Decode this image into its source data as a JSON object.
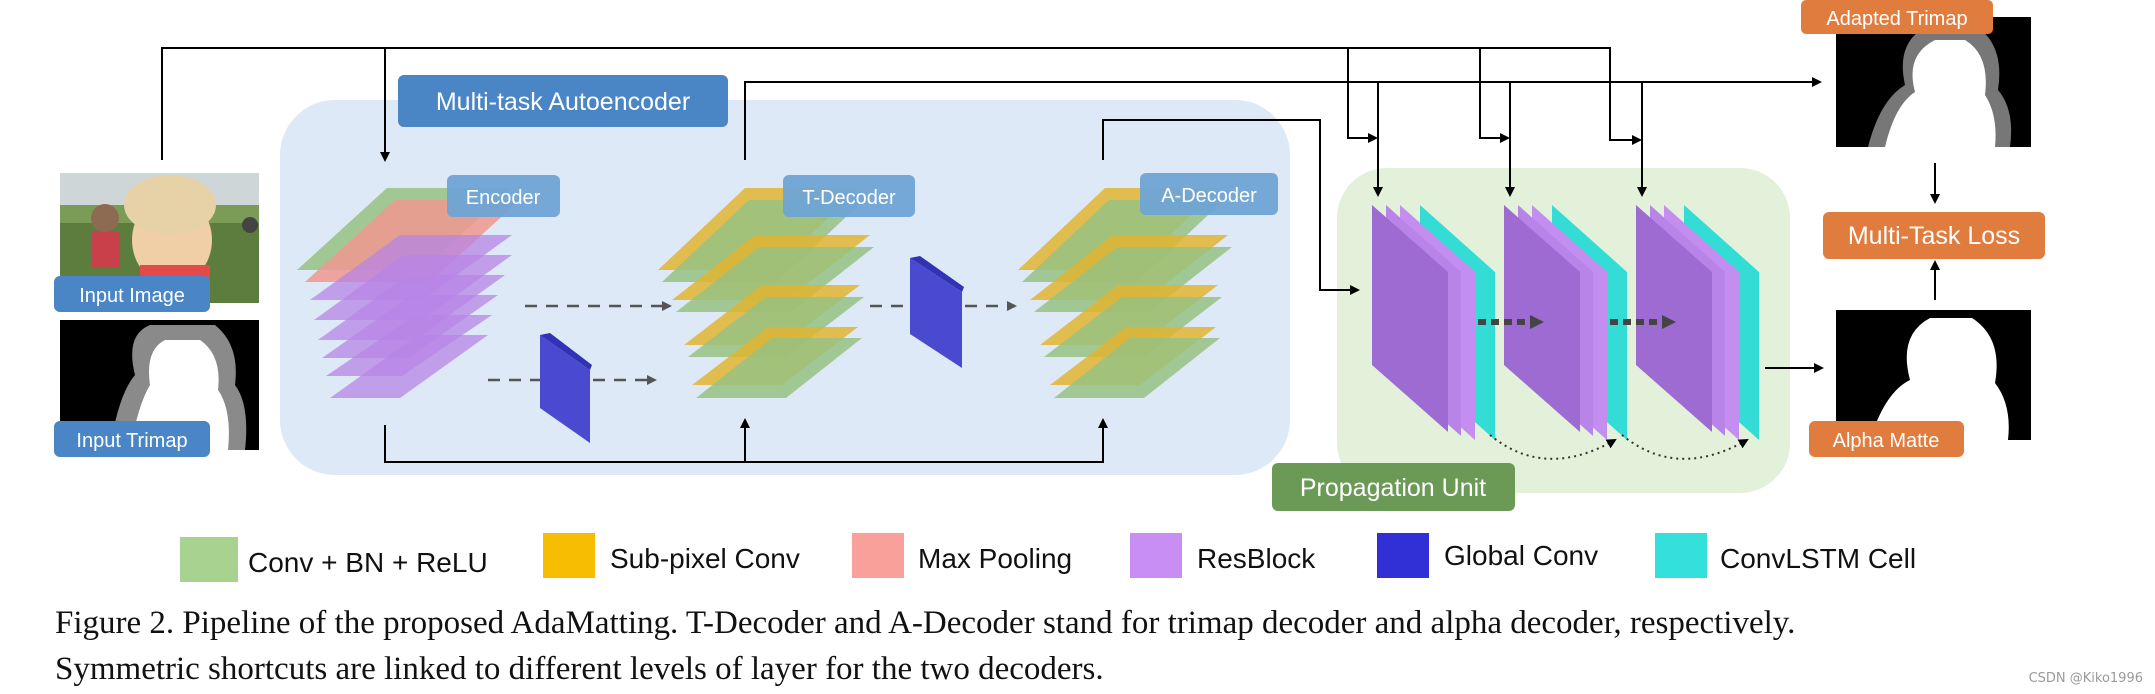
{
  "labels": {
    "autoencoder": "Multi-task Autoencoder",
    "encoder": "Encoder",
    "t_decoder": "T-Decoder",
    "a_decoder": "A-Decoder",
    "propagation_unit": "Propagation Unit",
    "input_image": "Input Image",
    "input_trimap": "Input Trimap",
    "adapted_trimap": "Adapted Trimap",
    "multi_task_loss": "Multi-Task Loss",
    "alpha_matte": "Alpha Matte"
  },
  "legend": [
    {
      "label": "Conv + BN + ReLU",
      "color": "#a7d28f"
    },
    {
      "label": "Sub-pixel Conv",
      "color": "#f7bd00"
    },
    {
      "label": "Max Pooling",
      "color": "#f9a09b"
    },
    {
      "label": "ResBlock",
      "color": "#c98ef4"
    },
    {
      "label": "Global Conv",
      "color": "#3030d6"
    },
    {
      "label": "ConvLSTM Cell",
      "color": "#33e0dc"
    }
  ],
  "colors": {
    "autoencoder_bg": "#dde9f6",
    "propagation_bg": "#e3f0da",
    "blue_label": "#4a86c5",
    "orange_label": "#e07c3e",
    "green_label": "#6b9a56"
  },
  "caption": {
    "line1": "Figure 2. Pipeline of the proposed AdaMatting.  T-Decoder and A-Decoder stand for trimap decoder and alpha decoder, respectively.",
    "line2": "Symmetric shortcuts are linked to different levels of layer for the two decoders."
  },
  "watermark": "CSDN @Kiko1996"
}
